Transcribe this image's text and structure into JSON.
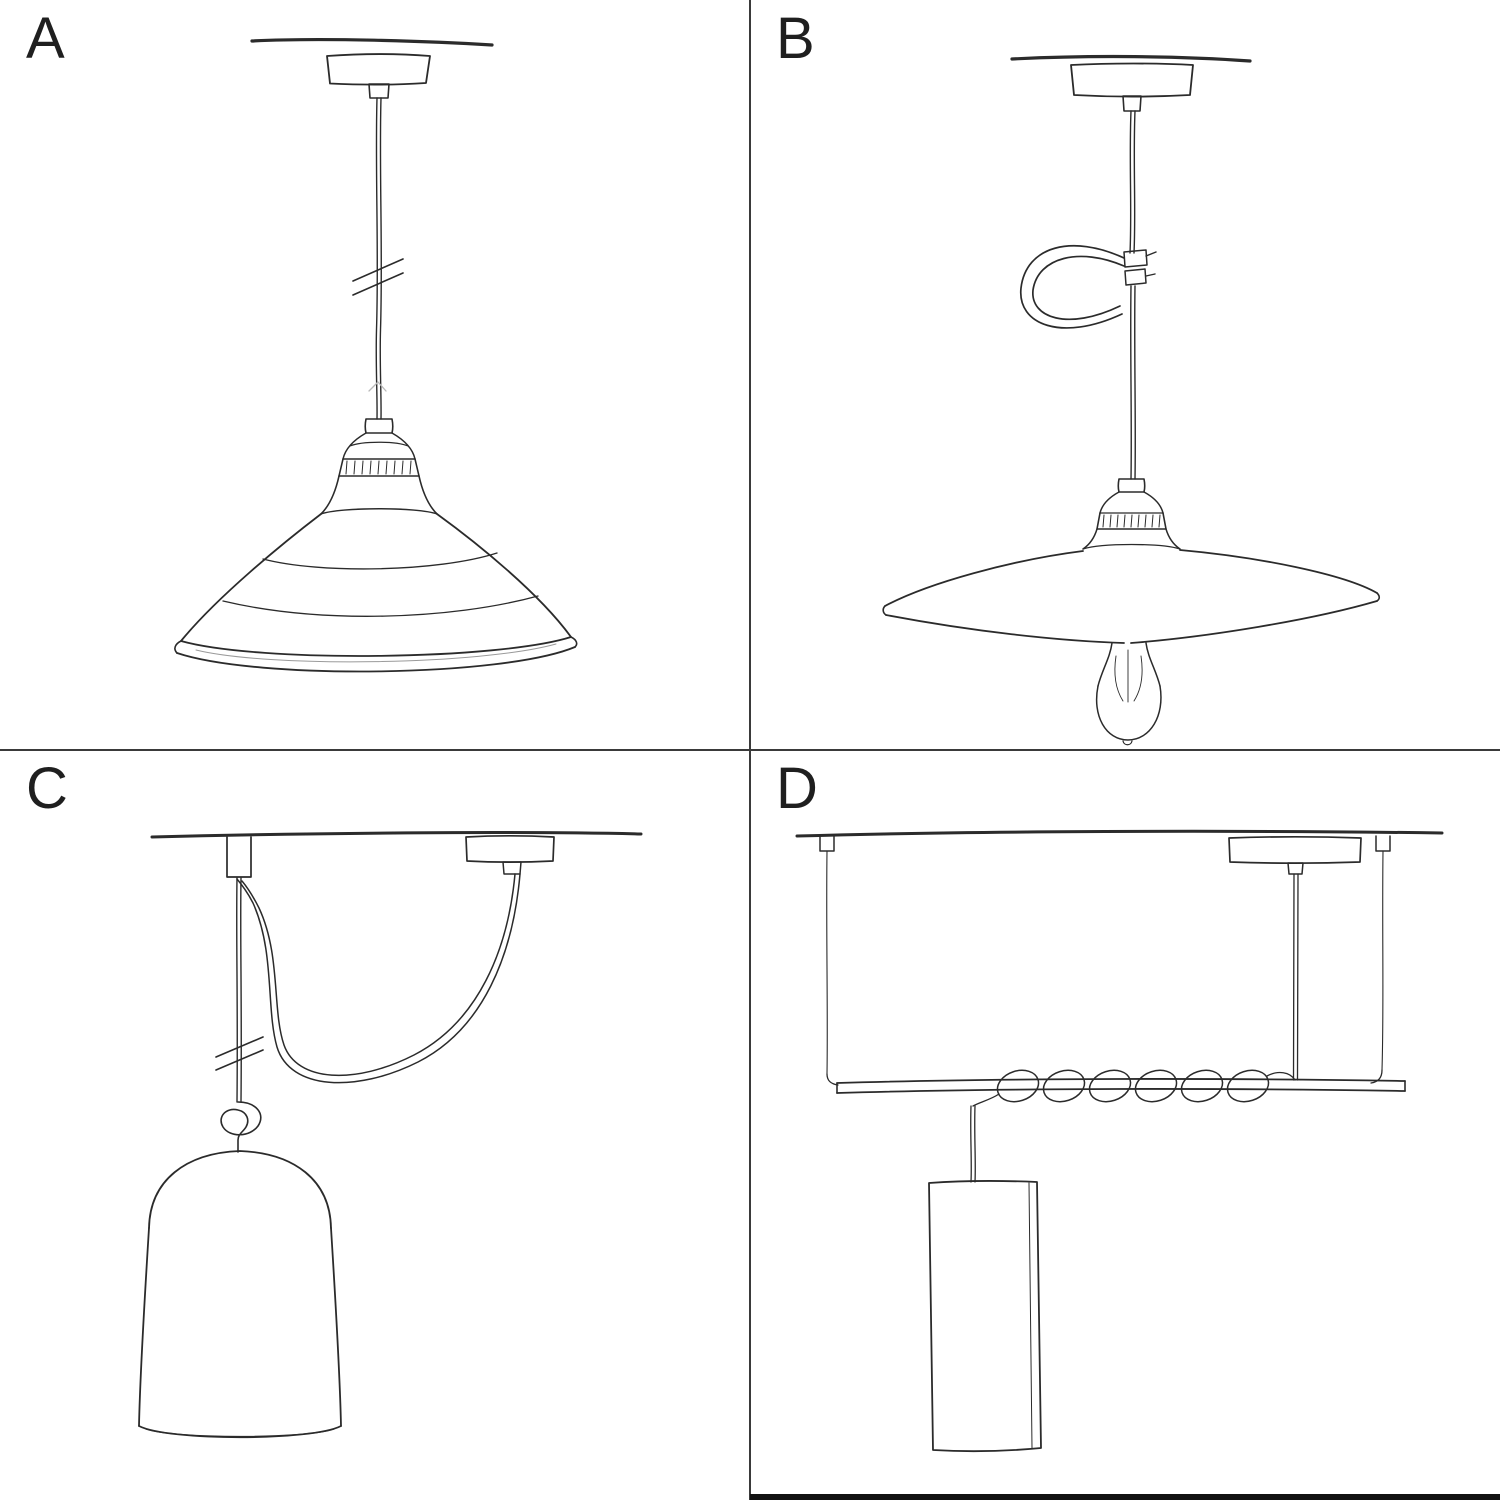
{
  "page": {
    "background_color": "#ffffff",
    "ink_color": "#2b2b2b",
    "divider_color": "#3a3a3a",
    "description_kind": "pendant-lamp-mounting-options-diagram"
  },
  "panels": [
    {
      "label": "A",
      "sketch_icon": "pendant-cable-industrial-bowl-shade-icon"
    },
    {
      "label": "B",
      "sketch_icon": "pendant-cable-swag-hook-flat-plate-shade-bulb-icon"
    },
    {
      "label": "C",
      "sketch_icon": "swag-draped-cable-knot-bell-shade-icon"
    },
    {
      "label": "D",
      "sketch_icon": "suspended-bar-coiled-cable-tube-shade-icon"
    }
  ]
}
